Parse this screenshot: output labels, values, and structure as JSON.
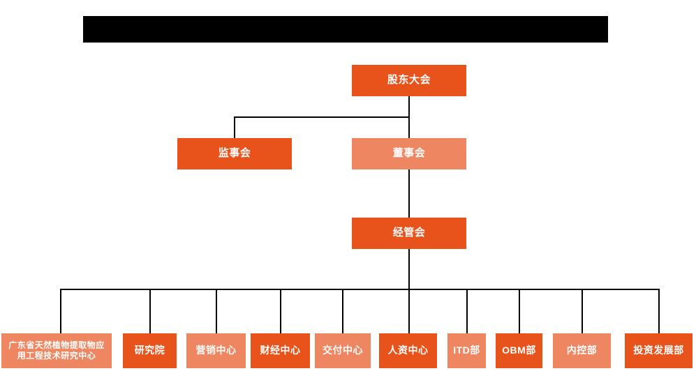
{
  "page": {
    "title_bar": {
      "name": "redacted-title-bar",
      "text": ""
    },
    "background_color": "#FFFFFF",
    "colors": {
      "dark_orange": "#E8531C",
      "light_orange": "#EE8761",
      "connector": "#000000",
      "label_text": "#FFFFFF",
      "title_bar": "#000000"
    }
  },
  "chart_data": {
    "type": "org-chart",
    "title": "",
    "levels": [
      {
        "level": 1,
        "nodes": [
          {
            "id": "shareholders",
            "label": "股东大会",
            "style": "dark"
          }
        ]
      },
      {
        "level": 2,
        "nodes": [
          {
            "id": "supervisory",
            "label": "监事会",
            "style": "dark"
          },
          {
            "id": "board",
            "label": "董事会",
            "style": "light"
          }
        ]
      },
      {
        "level": 3,
        "nodes": [
          {
            "id": "management",
            "label": "经管会",
            "style": "dark"
          }
        ]
      },
      {
        "level": 4,
        "nodes": [
          {
            "id": "rnd-center",
            "label": "广东省天然植物提取物应\n用工程技术研究中心",
            "style": "light"
          },
          {
            "id": "institute",
            "label": "研究院",
            "style": "dark"
          },
          {
            "id": "marketing",
            "label": "营销中心",
            "style": "light"
          },
          {
            "id": "finance",
            "label": "财经中心",
            "style": "dark"
          },
          {
            "id": "delivery",
            "label": "交付中心",
            "style": "light"
          },
          {
            "id": "hr",
            "label": "人资中心",
            "style": "dark"
          },
          {
            "id": "itd",
            "label": "ITD部",
            "style": "light"
          },
          {
            "id": "obm",
            "label": "OBM部",
            "style": "dark"
          },
          {
            "id": "internal-control",
            "label": "内控部",
            "style": "light"
          },
          {
            "id": "investment",
            "label": "投资发展部",
            "style": "dark"
          }
        ]
      }
    ],
    "edges": [
      {
        "from": "shareholders",
        "to": "supervisory"
      },
      {
        "from": "shareholders",
        "to": "board"
      },
      {
        "from": "board",
        "to": "management"
      },
      {
        "from": "management",
        "to": "rnd-center"
      },
      {
        "from": "management",
        "to": "institute"
      },
      {
        "from": "management",
        "to": "marketing"
      },
      {
        "from": "management",
        "to": "finance"
      },
      {
        "from": "management",
        "to": "delivery"
      },
      {
        "from": "management",
        "to": "hr"
      },
      {
        "from": "management",
        "to": "itd"
      },
      {
        "from": "management",
        "to": "obm"
      },
      {
        "from": "management",
        "to": "internal-control"
      },
      {
        "from": "management",
        "to": "investment"
      }
    ]
  }
}
